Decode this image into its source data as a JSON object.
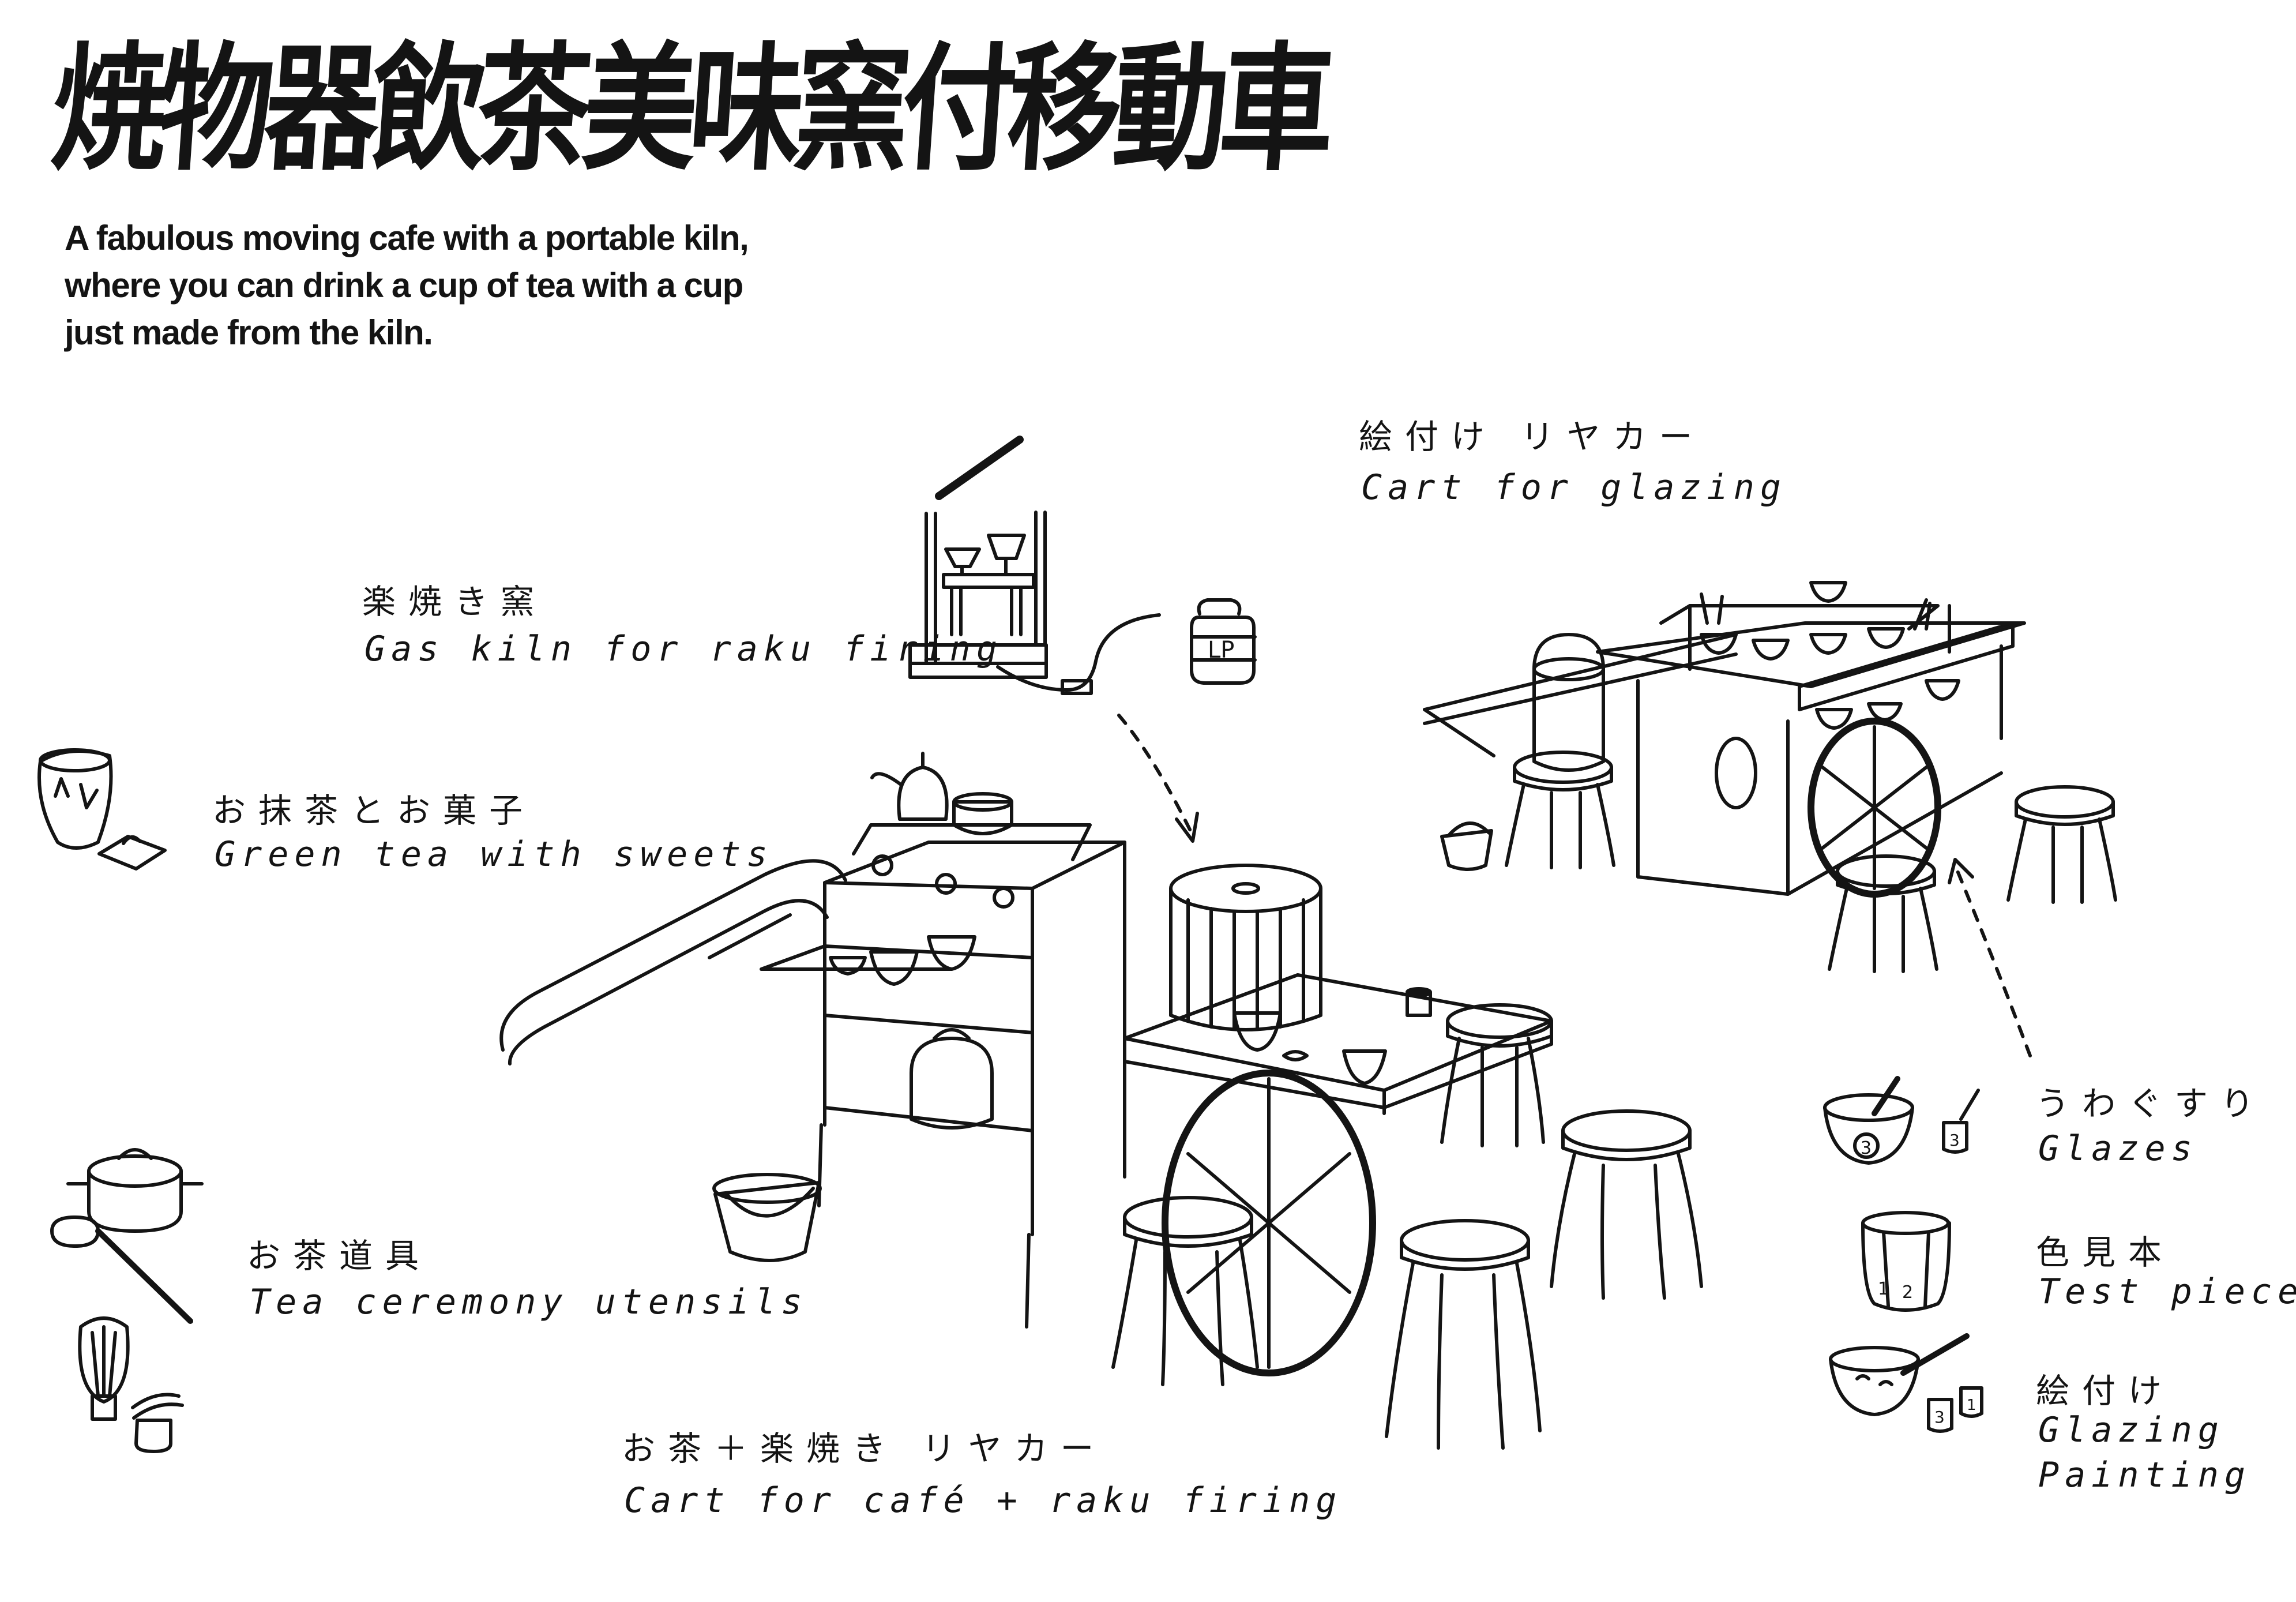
{
  "title_jp": "焼物器飲茶美味窯付移動車",
  "subtitle": [
    "A fabulous moving cafe with a portable kiln,",
    "where you can drink a cup of tea with a cup",
    "just made from the kiln."
  ],
  "labels": {
    "gas_kiln": {
      "jp": "楽焼き窯",
      "en": "Gas kiln for raku firing"
    },
    "glazing_cart": {
      "jp": "絵付け リヤカー",
      "en": "Cart for glazing"
    },
    "green_tea": {
      "jp": "お抹茶とお菓子",
      "en": "Green tea with sweets"
    },
    "utensils": {
      "jp": "お茶道具",
      "en": "Tea ceremony utensils"
    },
    "cafe_cart": {
      "jp": "お茶＋楽焼き リヤカー",
      "en": "Cart for café + raku firing"
    },
    "glazes": {
      "jp": "うわぐすり",
      "en": "Glazes"
    },
    "test_pieces": {
      "jp": "色見本",
      "en": "Test pieces"
    },
    "glazing_painting": {
      "jp": "絵付け",
      "en": [
        "Glazing",
        "Painting"
      ]
    }
  },
  "gas_tank_text": "LP",
  "glaze_numbers": [
    "3",
    "3"
  ],
  "test_piece_numbers": [
    "1",
    "2"
  ],
  "painting_numbers": [
    "3",
    "1"
  ],
  "colors": {
    "ink": "#141414",
    "paper": "#ffffff"
  }
}
